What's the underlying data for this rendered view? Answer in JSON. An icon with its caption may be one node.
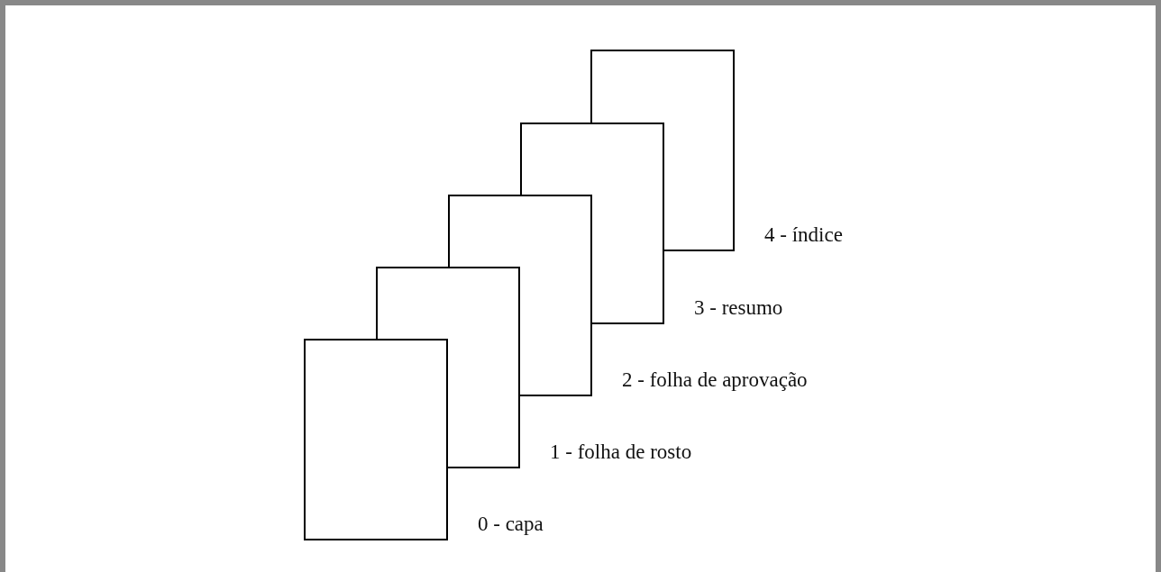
{
  "diagram": {
    "nodes": [
      {
        "text": [],
        "shape": "box",
        "beside": [
          "0 - capa"
        ]
      },
      {
        "text": [],
        "shape": "box",
        "beside": [
          "1 - folha de rosto"
        ]
      },
      {
        "text": [],
        "shape": "box",
        "beside": [
          "2 - folha de aprovação"
        ]
      },
      {
        "text": [],
        "shape": "box",
        "beside": [
          "3 - resumo"
        ]
      },
      {
        "text": [],
        "shape": "box",
        "beside": [
          "4 - índice"
        ]
      }
    ]
  }
}
